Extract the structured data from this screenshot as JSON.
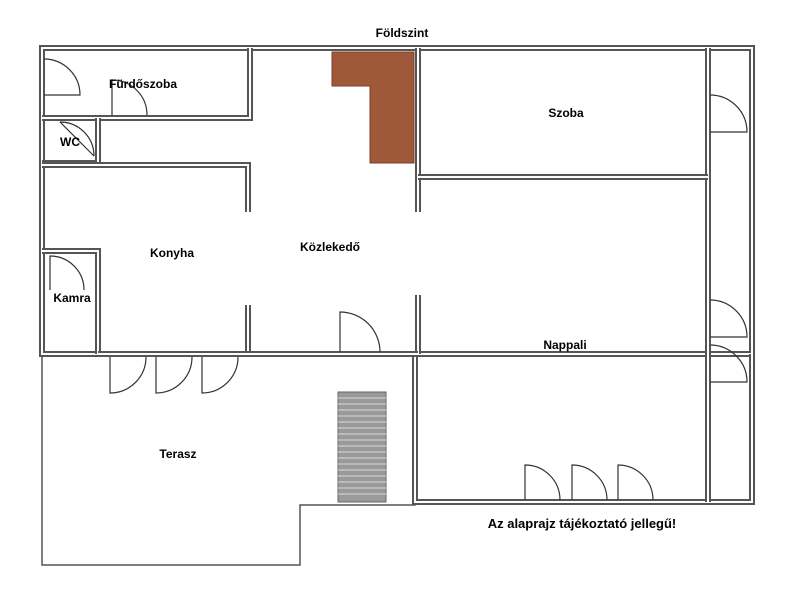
{
  "title": "Földszint",
  "note": "Az alaprajz tájékoztató jellegű!",
  "rooms": {
    "furdoszoba": "Fürdőszoba",
    "wc": "WC",
    "szoba": "Szoba",
    "konyha": "Konyha",
    "kozlekedo": "Közlekedő",
    "kamra": "Kamra",
    "nappali": "Nappali",
    "terasz": "Terasz"
  },
  "colors": {
    "wall": "#555555",
    "chimney": "#a0583a",
    "stairs": "#999999"
  }
}
